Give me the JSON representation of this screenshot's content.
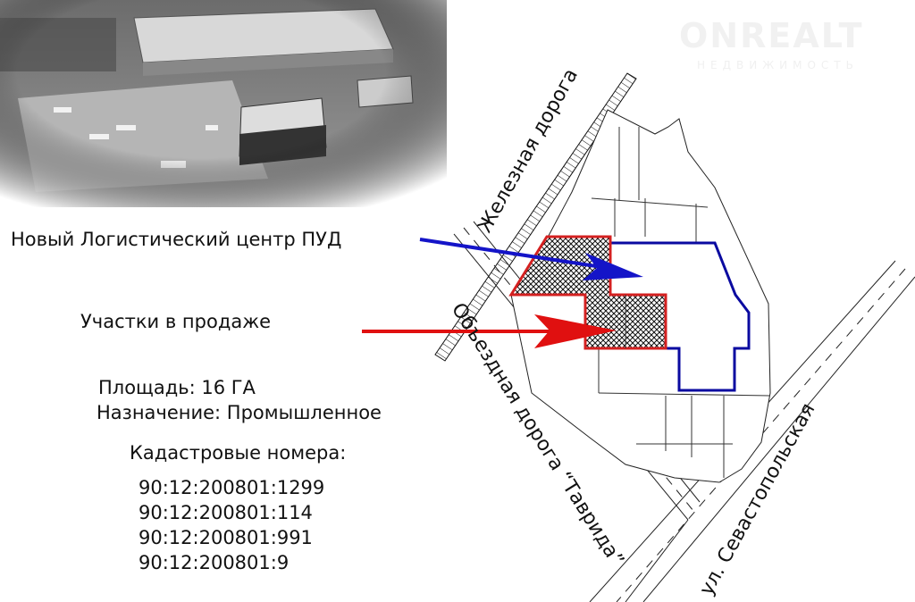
{
  "watermark": {
    "brand": "ONREALT",
    "tagline": "НЕДВИЖИМОСТЬ"
  },
  "labels": {
    "logistics_center": "Новый Логистический центр ПУД",
    "plots_for_sale": "Участки в продаже",
    "area": "Площадь: 16 ГА",
    "purpose": "Назначение: Промышленное",
    "cadastral_title": "Кадастровые номера:"
  },
  "cadastral_numbers": [
    "90:12:200801:1299",
    "90:12:200801:114",
    "90:12:200801:991",
    "90:12:200801:9"
  ],
  "map_labels": {
    "railway": "Железная дорога",
    "bypass_road": "Объездная дорога “Таврида”",
    "street": "ул. Севастопольская"
  },
  "colors": {
    "blue_arrow": "#1414c8",
    "red_arrow": "#e01010",
    "plot_outline": "#d42020",
    "center_outline": "#0a0aa0"
  }
}
